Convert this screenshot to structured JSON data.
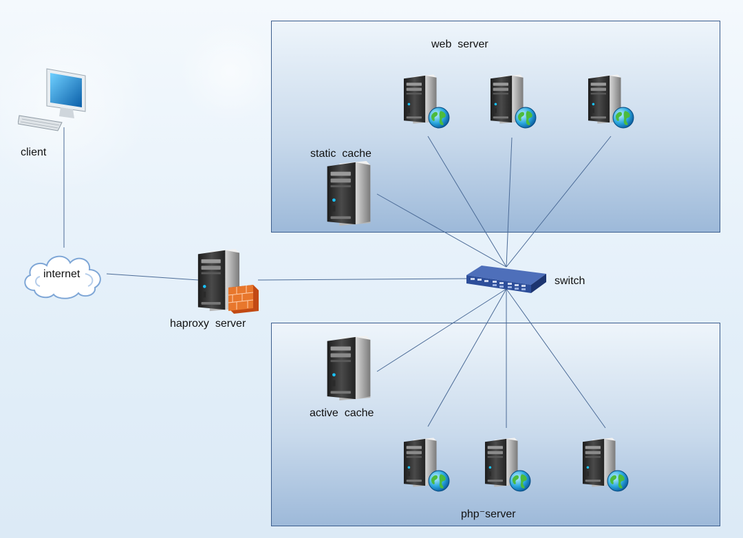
{
  "labels": {
    "client": "client",
    "internet": "internet",
    "haproxy": "haproxy  server",
    "switch": "switch",
    "web_server": "web  server",
    "static_cache": "static  cache",
    "active_cache": "active  cache",
    "php_server": "php⁻server"
  },
  "colors": {
    "link": "#4a6a96",
    "zone_border": "#3a5c8c",
    "switch_body": "#2d4e9a",
    "firewall": "#e06a28"
  },
  "icons": {
    "client": "desktop-computer-icon",
    "internet": "cloud-icon",
    "haproxy": "server-firewall-icon",
    "switch": "network-switch-icon",
    "web": "web-server-icon",
    "cache": "server-tower-icon",
    "php": "web-server-icon"
  }
}
